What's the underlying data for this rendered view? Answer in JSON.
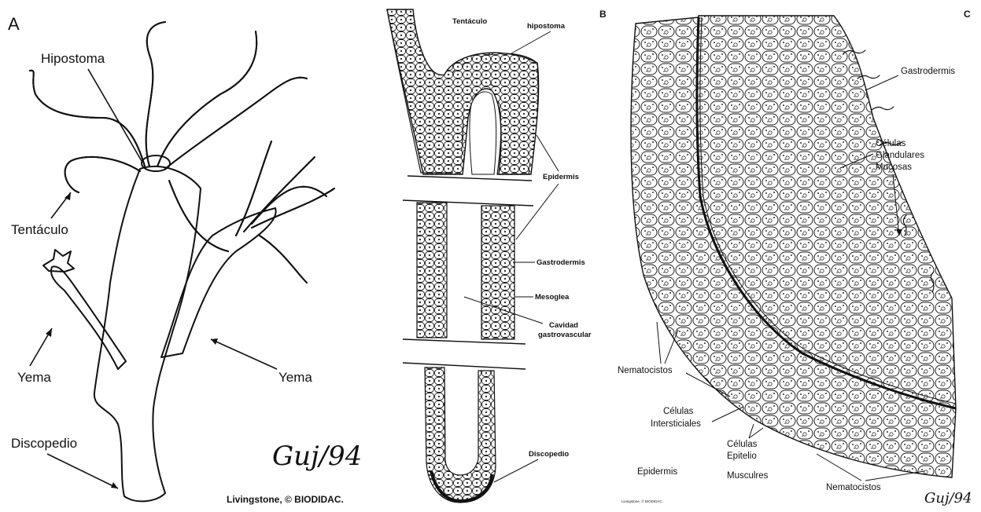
{
  "panel_a": {
    "letter": "A",
    "labels": {
      "hipostoma": "Hipostoma",
      "tentaculo": "Tentáculo",
      "yema_left": "Yema",
      "yema_right": "Yema",
      "discopedio": "Discopedio"
    },
    "credit": "Livingstone, © BIODIDAC."
  },
  "panel_b": {
    "letter": "B",
    "labels": {
      "tentaculo": "Tentáculo",
      "hipostoma": "hipostoma",
      "epidermis": "Epidermis",
      "gastrodermis": "Gastrodermis",
      "mesoglea": "Mesoglea",
      "cavidad_1": "Cavidad",
      "cavidad_2": "gastrovascular",
      "discopedio": "Discopedio"
    }
  },
  "panel_c": {
    "letter": "C",
    "labels": {
      "gastrodermis": "Gastrodermis",
      "glandulares_1": "Células",
      "glandulares_2": "Glandulares",
      "glandulares_3": "Mucosas",
      "nematocistos_left": "Nematocistos",
      "intersticiales_1": "Células",
      "intersticiales_2": "Intersticiales",
      "epitelio_1": "Células",
      "epitelio_2": "Epitelio",
      "epitelio_3": "Musculres",
      "epidermis": "Epidermis",
      "nematocistos_bottom": "Nematocistos"
    },
    "credit": "Livingstone, © BIODIDAC."
  },
  "signature": "Guj/94"
}
